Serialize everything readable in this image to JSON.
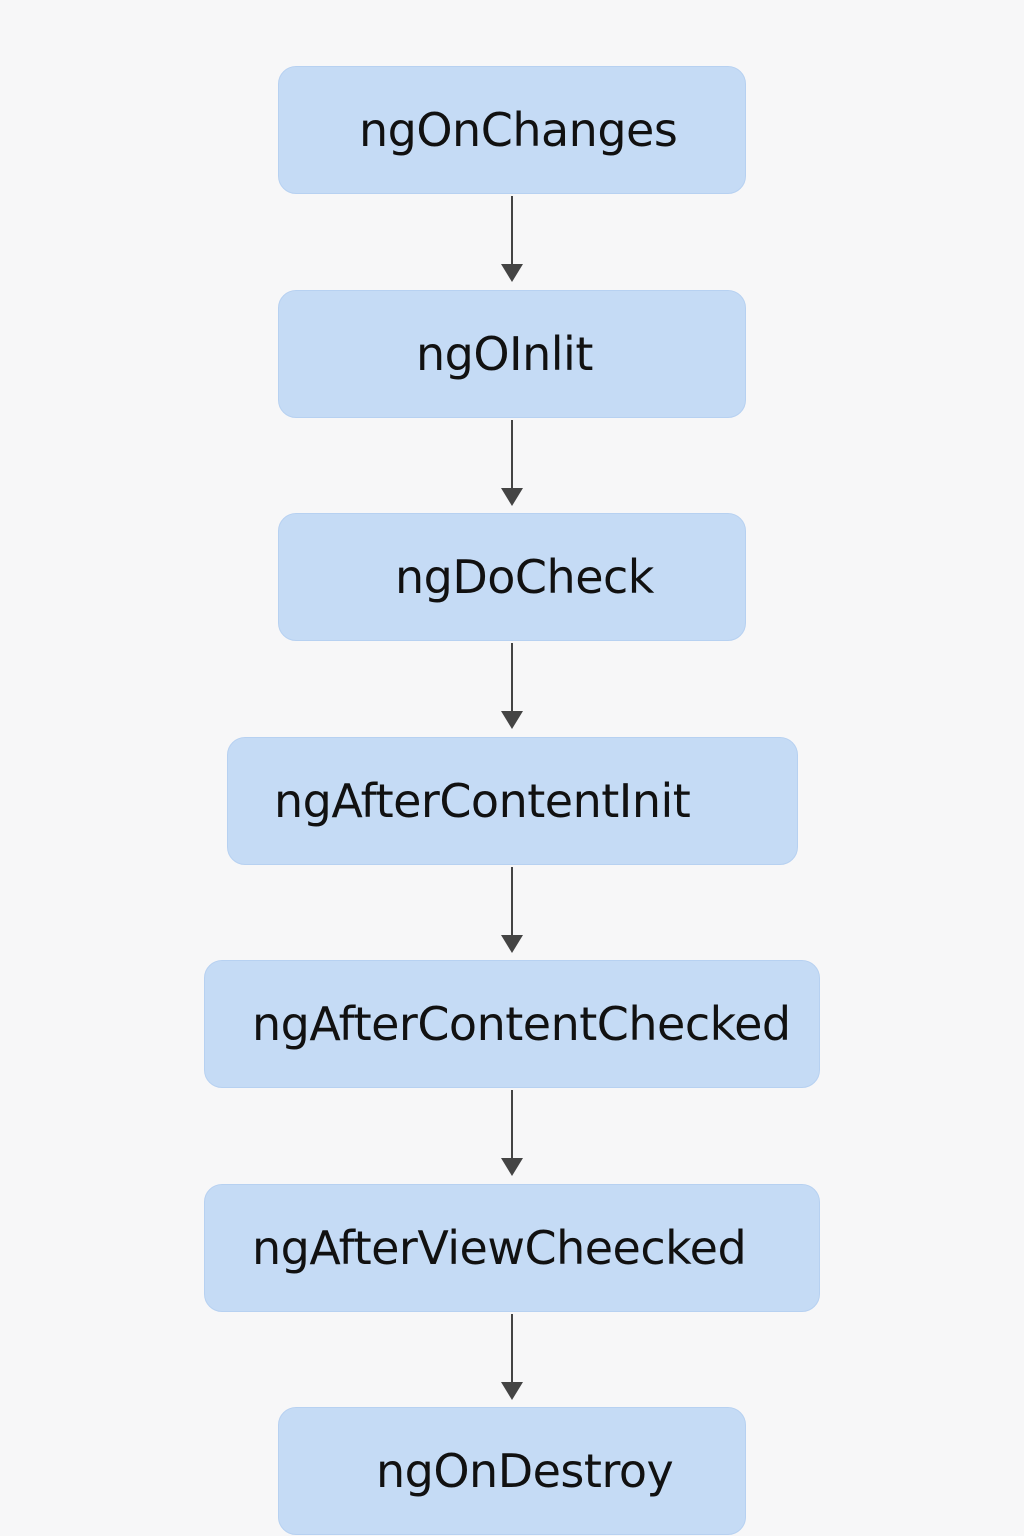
{
  "diagram": {
    "colors": {
      "background": "#f7f7f8",
      "node_fill": "#c5dbf5",
      "node_border": "#b7d1f1",
      "arrow": "#444444",
      "text": "#111111"
    },
    "nodes": [
      {
        "label": "ngOnChanges"
      },
      {
        "label": "ngOInlit"
      },
      {
        "label": "ngDoCheck"
      },
      {
        "label": "ngAfterContentInit"
      },
      {
        "label": "ngAfterContentChecked"
      },
      {
        "label": "ngAfterViewCheecked"
      },
      {
        "label": "ngOnDestroy"
      }
    ],
    "edges": [
      {
        "from": 0,
        "to": 1
      },
      {
        "from": 1,
        "to": 2
      },
      {
        "from": 2,
        "to": 3
      },
      {
        "from": 3,
        "to": 4
      },
      {
        "from": 4,
        "to": 5
      },
      {
        "from": 5,
        "to": 6
      }
    ]
  }
}
